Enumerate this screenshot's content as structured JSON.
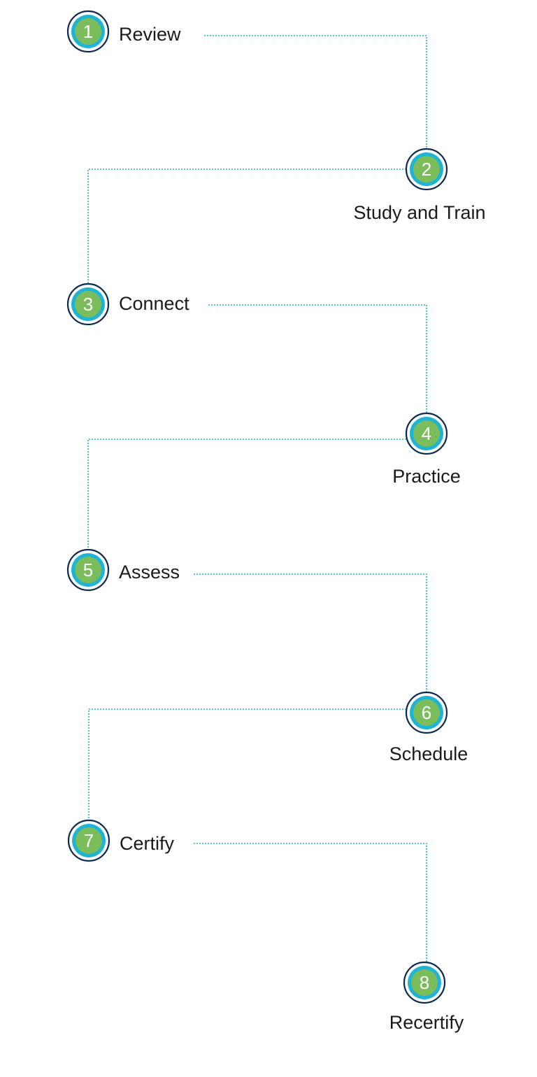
{
  "colors": {
    "connector": "#1fb4d6",
    "ring_outer": "#0d2a4e",
    "ring_inner": "#1fb4d6",
    "disc": "#7bbd5b",
    "number": "#ffffff",
    "label": "#1a1a1a",
    "background": "#ffffff"
  },
  "steps": [
    {
      "number": "1",
      "label": "Review"
    },
    {
      "number": "2",
      "label": "Study and Train"
    },
    {
      "number": "3",
      "label": "Connect"
    },
    {
      "number": "4",
      "label": "Practice"
    },
    {
      "number": "5",
      "label": "Assess"
    },
    {
      "number": "6",
      "label": "Schedule"
    },
    {
      "number": "7",
      "label": "Certify"
    },
    {
      "number": "8",
      "label": "Recertify"
    }
  ]
}
